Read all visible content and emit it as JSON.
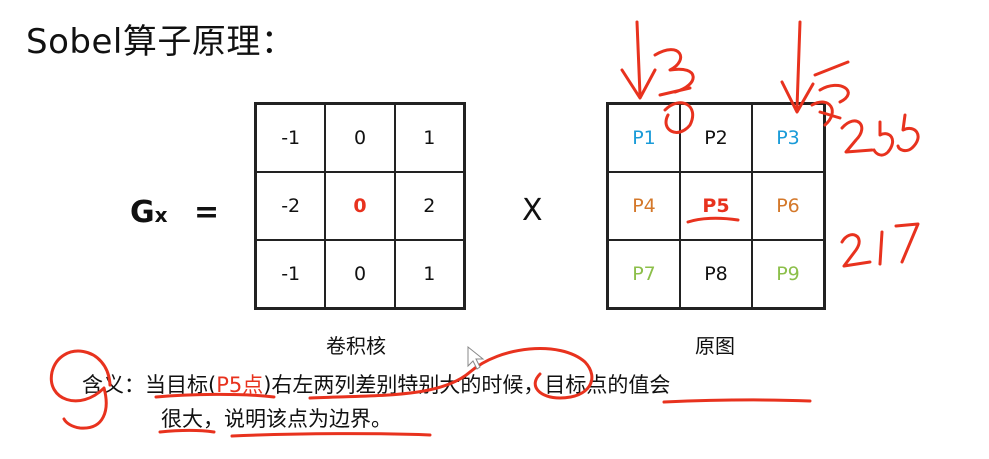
{
  "title": "Sobel算子原理：",
  "formula": {
    "lhs_main": "G",
    "lhs_sub": "x",
    "equals": "=",
    "times": "X"
  },
  "kernel": {
    "caption": "卷积核",
    "cells": [
      {
        "text": "-1",
        "color": "#111111",
        "bold": false
      },
      {
        "text": "0",
        "color": "#111111",
        "bold": false
      },
      {
        "text": "1",
        "color": "#111111",
        "bold": false
      },
      {
        "text": "-2",
        "color": "#111111",
        "bold": false
      },
      {
        "text": "0",
        "color": "#e8321e",
        "bold": true
      },
      {
        "text": "2",
        "color": "#111111",
        "bold": false
      },
      {
        "text": "-1",
        "color": "#111111",
        "bold": false
      },
      {
        "text": "0",
        "color": "#111111",
        "bold": false
      },
      {
        "text": "1",
        "color": "#111111",
        "bold": false
      }
    ]
  },
  "image": {
    "caption": "原图",
    "cells": [
      {
        "text": "P1",
        "color": "#1a9bd8",
        "bold": false
      },
      {
        "text": "P2",
        "color": "#111111",
        "bold": false
      },
      {
        "text": "P3",
        "color": "#1a9bd8",
        "bold": false
      },
      {
        "text": "P4",
        "color": "#d4782a",
        "bold": false
      },
      {
        "text": "P5",
        "color": "#e8321e",
        "bold": true
      },
      {
        "text": "P6",
        "color": "#d4782a",
        "bold": false
      },
      {
        "text": "P7",
        "color": "#8cbf4a",
        "bold": false
      },
      {
        "text": "P8",
        "color": "#111111",
        "bold": false
      },
      {
        "text": "P9",
        "color": "#8cbf4a",
        "bold": false
      }
    ]
  },
  "meaning": {
    "line1_a": "含义：当目标(",
    "line1_highlight": "P5点",
    "line1_b": ")右左两列差别特别大的时候，目标点的值会",
    "line2": "很大，说明该点为边界。"
  },
  "annotations": {
    "ink_color": "#e8321e",
    "values": [
      "255",
      "217"
    ]
  }
}
